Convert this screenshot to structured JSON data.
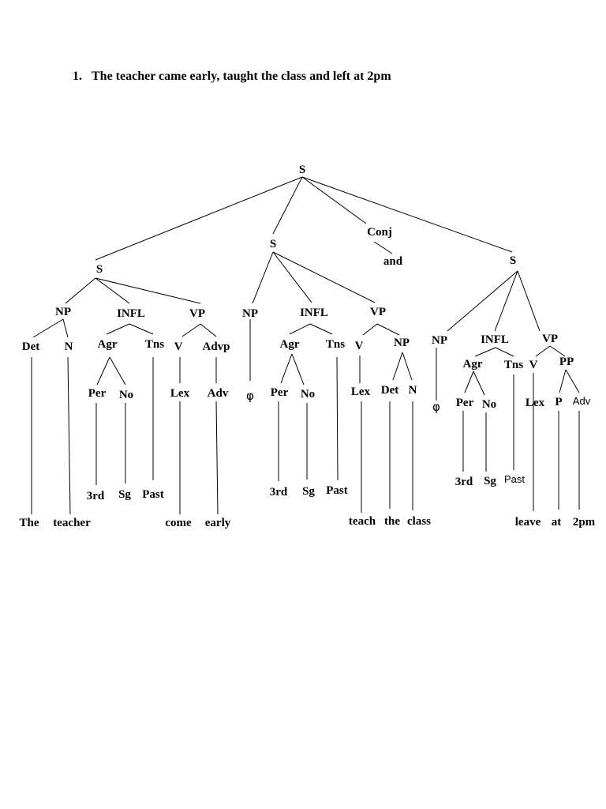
{
  "heading": {
    "number": "1.",
    "sentence": "The teacher came early, taught the class and left at 2pm"
  },
  "tree": {
    "root": "S",
    "conjunction": {
      "category": "Conj",
      "word": "and"
    },
    "clause1": {
      "node": "S",
      "np": {
        "node": "NP",
        "det": "Det",
        "n": "N"
      },
      "infl": {
        "node": "INFL",
        "agr": "Agr",
        "per": "Per",
        "no": "No",
        "tns": "Tns",
        "per_value": "3rd",
        "no_value": "Sg",
        "tns_value": "Past"
      },
      "vp": {
        "node": "VP",
        "v": "V",
        "advp": "Advp",
        "lex": "Lex",
        "adv": "Adv"
      },
      "words": [
        "The",
        "teacher",
        "come",
        "early"
      ]
    },
    "clause2": {
      "node": "S",
      "np": {
        "node": "NP",
        "empty": "φ"
      },
      "infl": {
        "node": "INFL",
        "agr": "Agr",
        "per": "Per",
        "no": "No",
        "tns": "Tns",
        "per_value": "3rd",
        "no_value": "Sg",
        "tns_value": "Past"
      },
      "vp": {
        "node": "VP",
        "v": "V",
        "np": "NP",
        "lex": "Lex",
        "det": "Det",
        "n": "N"
      },
      "words": [
        "teach",
        "the",
        "class"
      ]
    },
    "clause3": {
      "node": "S",
      "np": {
        "node": "NP",
        "empty": "φ"
      },
      "infl": {
        "node": "INFL",
        "agr": "Agr",
        "per": "Per",
        "no": "No",
        "tns": "Tns",
        "per_value": "3rd",
        "no_value": "Sg",
        "tns_value": "Past"
      },
      "vp": {
        "node": "VP",
        "v": "V",
        "pp": "PP",
        "lex": "Lex",
        "p": "P",
        "adv": "Adv"
      },
      "words": [
        "leave",
        "at",
        "2pm"
      ]
    }
  }
}
